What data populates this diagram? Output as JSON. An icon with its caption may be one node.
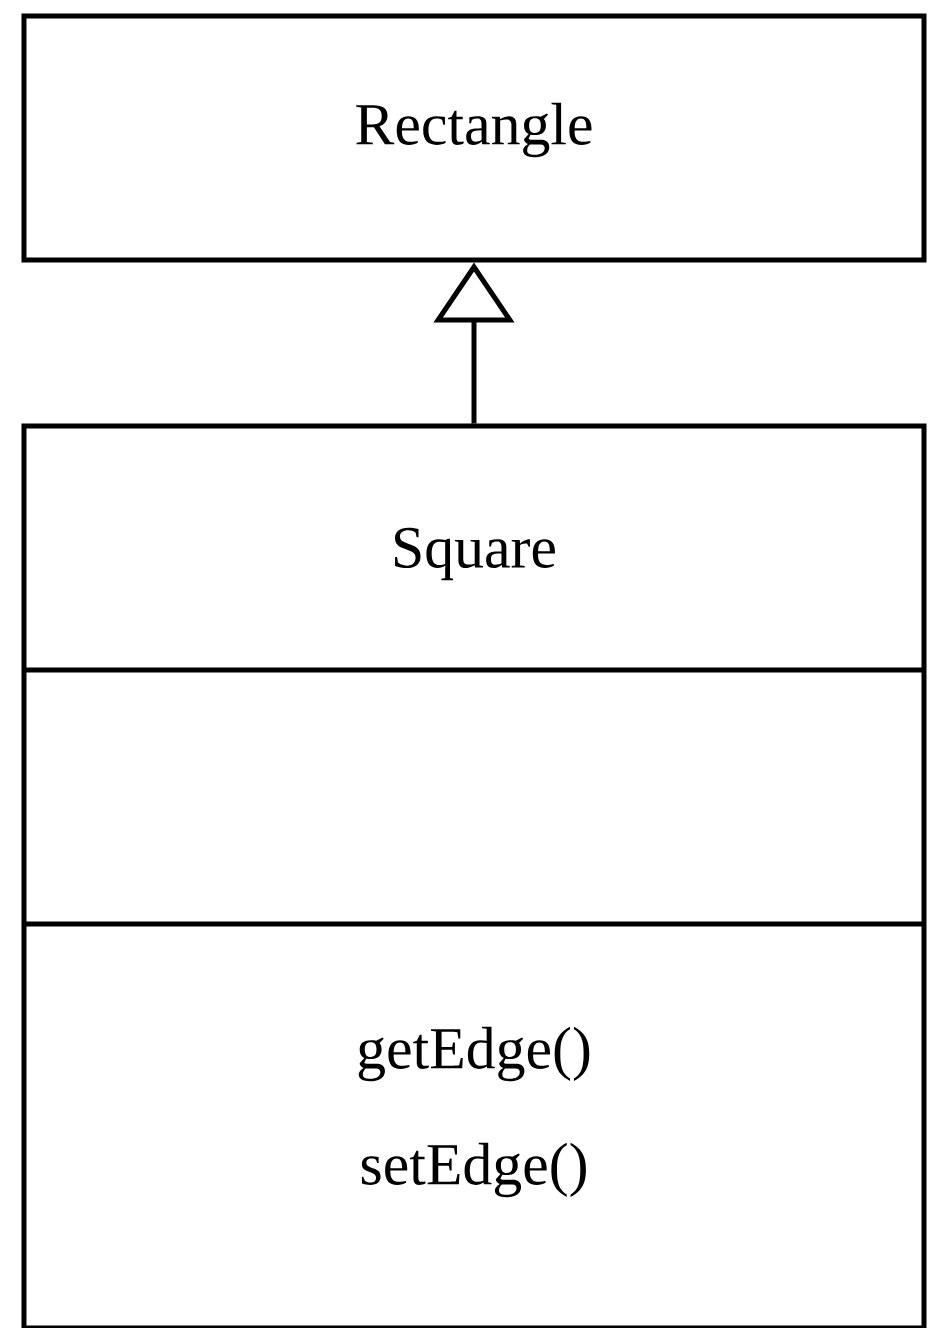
{
  "diagram": {
    "nodes": [
      {
        "text": [
          "Rectangle"
        ]
      },
      {
        "text": [
          "Square",
          "getEdge()",
          "setEdge()"
        ]
      }
    ],
    "edges": [
      {
        "from": 1,
        "to": 0,
        "arrow": "to"
      }
    ]
  }
}
